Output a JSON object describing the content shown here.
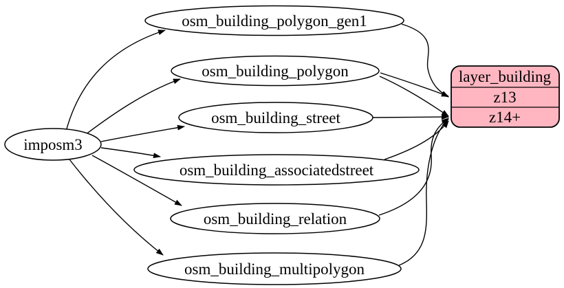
{
  "diagram": {
    "source_node": {
      "label": "imposm3"
    },
    "tables": [
      {
        "label": "osm_building_polygon_gen1"
      },
      {
        "label": "osm_building_polygon"
      },
      {
        "label": "osm_building_street"
      },
      {
        "label": "osm_building_associatedstreet"
      },
      {
        "label": "osm_building_relation"
      },
      {
        "label": "osm_building_multipolygon"
      }
    ],
    "layer_node": {
      "title": "layer_building",
      "rows": [
        "z13",
        "z14+"
      ]
    },
    "colors": {
      "layer_fill": "#ffb6c1",
      "node_fill": "#ffffff",
      "stroke": "#000000"
    }
  }
}
